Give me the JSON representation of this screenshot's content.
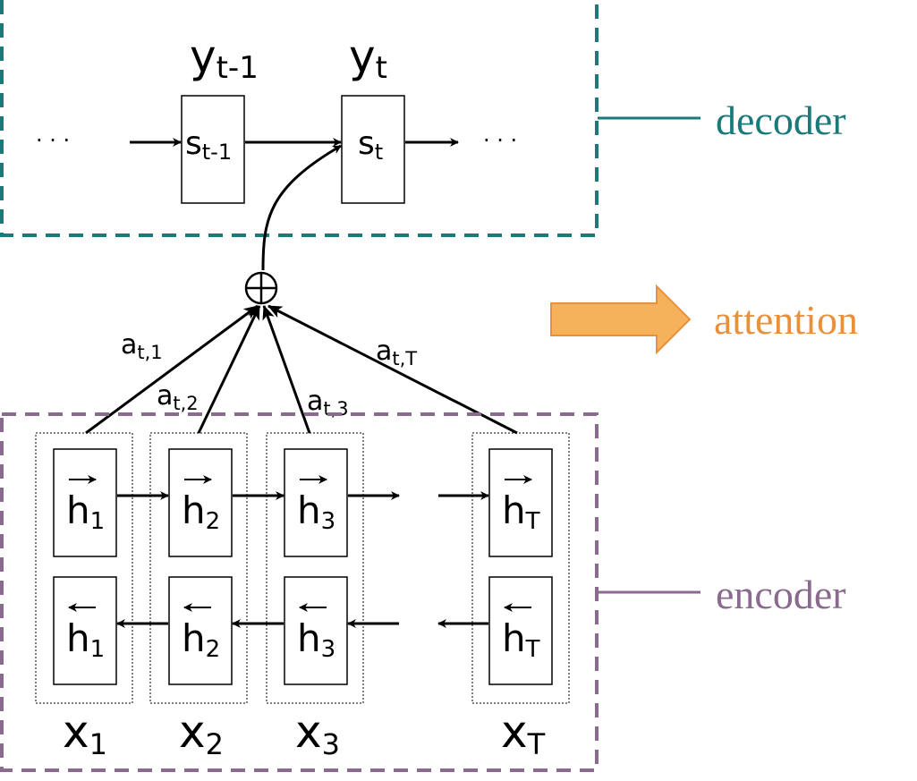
{
  "labels": {
    "decoder": "decoder",
    "attention": "attention",
    "encoder": "encoder"
  },
  "decoder": {
    "states": [
      {
        "base": "s",
        "sub": "t-1"
      },
      {
        "base": "s",
        "sub": "t"
      }
    ],
    "outputs": [
      {
        "base": "y",
        "sub": "t-1"
      },
      {
        "base": "y",
        "sub": "t"
      }
    ],
    "ellipsis": "· · ·"
  },
  "attention": {
    "weights": [
      {
        "base": "a",
        "sub": "t,1"
      },
      {
        "base": "a",
        "sub": "t,2"
      },
      {
        "base": "a",
        "sub": "t,3"
      },
      {
        "base": "a",
        "sub": "t,T"
      }
    ],
    "sum_symbol": "⊕"
  },
  "encoder": {
    "forward": [
      {
        "base": "h",
        "sub": "1"
      },
      {
        "base": "h",
        "sub": "2"
      },
      {
        "base": "h",
        "sub": "3"
      },
      {
        "base": "h",
        "sub": "T"
      }
    ],
    "backward": [
      {
        "base": "h",
        "sub": "1"
      },
      {
        "base": "h",
        "sub": "2"
      },
      {
        "base": "h",
        "sub": "3"
      },
      {
        "base": "h",
        "sub": "T"
      }
    ],
    "inputs": [
      {
        "base": "x",
        "sub": "1"
      },
      {
        "base": "x",
        "sub": "2"
      },
      {
        "base": "x",
        "sub": "3"
      },
      {
        "base": "x",
        "sub": "T"
      }
    ]
  },
  "colors": {
    "decoder": "#1a7a7a",
    "encoder": "#8a6a8f",
    "attention": "#e8913a",
    "attention_fill": "#f6b25a",
    "ink": "#000000"
  }
}
